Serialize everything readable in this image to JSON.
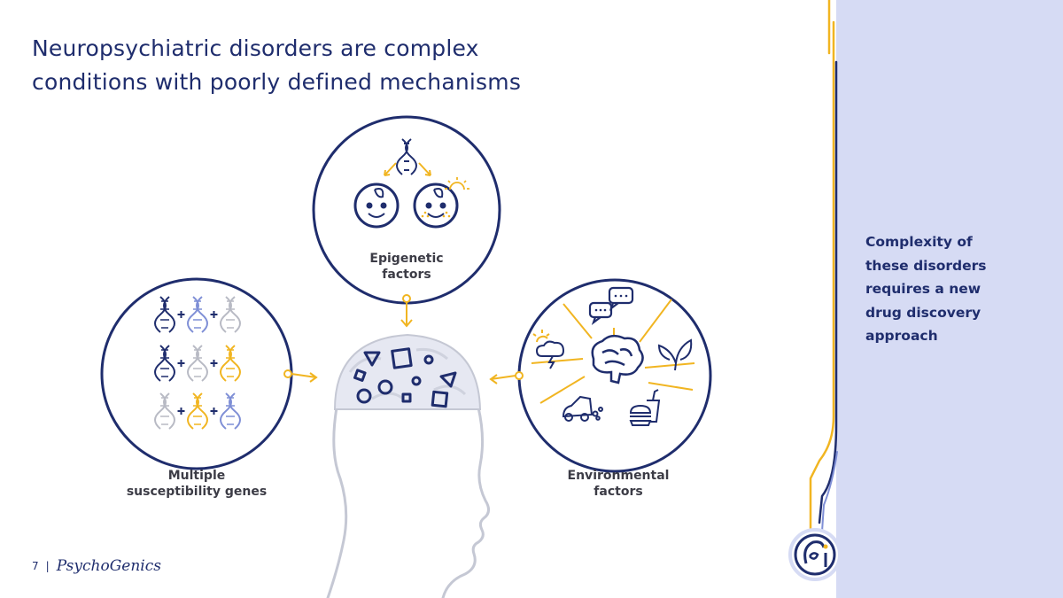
{
  "slide": {
    "title_line1": "Neuropsychiatric disorders are complex",
    "title_line2": "conditions with poorly defined mechanisms",
    "page_number": "7",
    "brand": "PsychoGenics"
  },
  "diagram": {
    "epigenetic_line1": "Epigenetic",
    "epigenetic_line2": "factors",
    "genes_line1": "Multiple",
    "genes_line2": "susceptibility genes",
    "environment_line1": "Environmental",
    "environment_line2": "factors"
  },
  "sidebar": {
    "line1": "Complexity of",
    "line2": "these disorders",
    "line3": "requires a new",
    "line4": "drug discovery",
    "line5": "approach"
  },
  "colors": {
    "navy": "#1f2d6d",
    "gold": "#f1b521",
    "panel": "#d6dbf4",
    "grey": "#b8bac4",
    "blue_dna": "#7f8fd6"
  }
}
